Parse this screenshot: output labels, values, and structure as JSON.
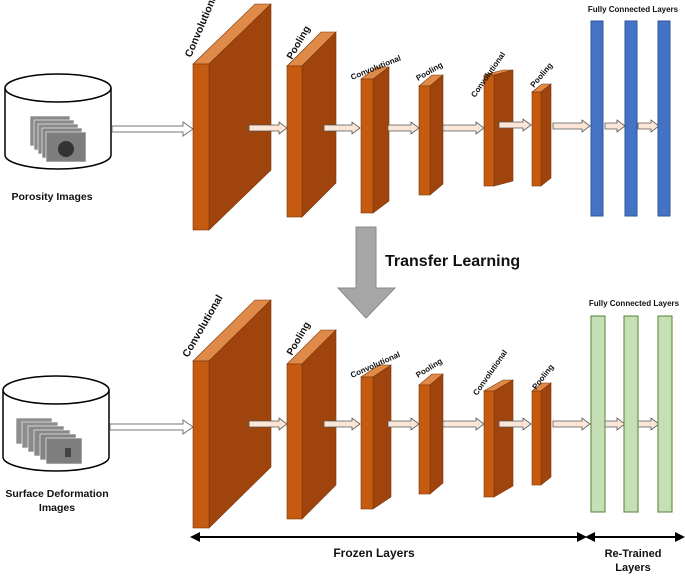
{
  "top": {
    "dataset_label": "Porosity Images",
    "layers": {
      "conv1": "Convolutional",
      "pool1": "Pooling",
      "conv2": "Convolutional",
      "pool2": "Pooling",
      "conv3": "Convolutional",
      "pool3": "Pooling"
    },
    "fc_label": "Fully Connected Layers"
  },
  "transfer_label": "Transfer Learning",
  "bottom": {
    "dataset_label_line1": "Surface Deformation",
    "dataset_label_line2": "Images",
    "layers": {
      "conv1": "Convolutional",
      "pool1": "Pooling",
      "conv2": "Convolutional",
      "pool2": "Pooling",
      "conv3": "Convolutional",
      "pool3": "Pooling"
    },
    "fc_label": "Fully Connected Layers"
  },
  "frozen_label": "Frozen Layers",
  "retrained_label_line1": "Re-Trained",
  "retrained_label_line2": "Layers",
  "colors": {
    "layer_front": "#a0440e",
    "layer_side": "#c55a11",
    "layer_top": "#e08a4a",
    "fc_top": "#4472c4",
    "fc_bottom": "#c5e0b4",
    "transfer_arrow": "#a6a6a6"
  }
}
